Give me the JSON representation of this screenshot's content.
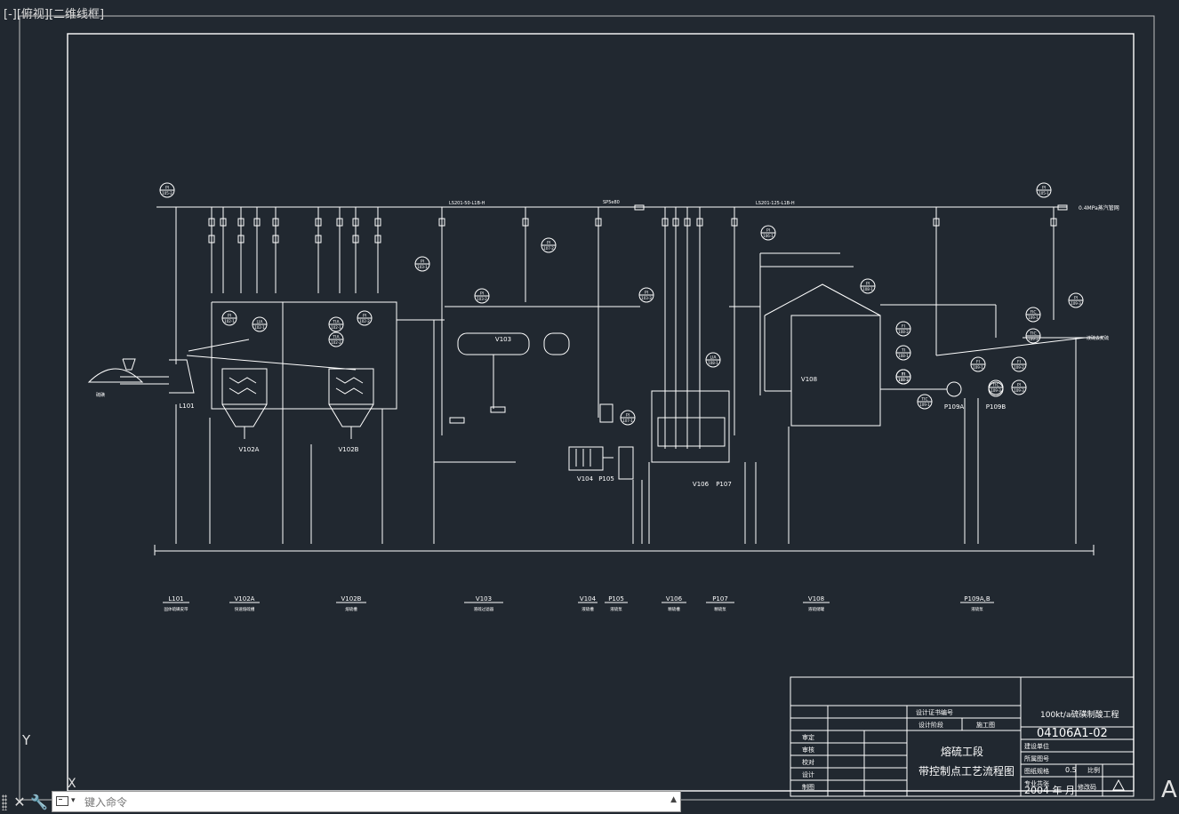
{
  "viewport": {
    "label": "[-][俯视][二维线框]"
  },
  "header_line": {
    "left": "LS201-50-L1B-H",
    "right": "LS201-125-L1B-H",
    "valve": "SP5e80",
    "supply": "0.4MPa蒸汽管网"
  },
  "instruments": [
    "PI 105-2",
    "PI 105-1",
    "PI 102-1",
    "LIA 102-1",
    "TIA 102-1",
    "TIA 102-2",
    "PI 102-2",
    "PI 103-1",
    "PI 103-2",
    "PI 107-2",
    "PI 103-3",
    "PI 107-1",
    "PI 106-1",
    "LIA 108-1",
    "PI 108-1",
    "FI 108-2",
    "TI 108-1",
    "TI 108-3",
    "FI 108-2",
    "FI 109-1",
    "PI 109-3",
    "FIC 109-1",
    "FI 109-2",
    "PI 109-3",
    "TIC 109-1",
    "TIC 109-2",
    "TIC 109-3"
  ],
  "equipment_labels": [
    "L101",
    "V102A",
    "V102B",
    "V103",
    "V104",
    "P105",
    "V106",
    "P107",
    "V108",
    "P109A",
    "P109B"
  ],
  "legend": [
    {
      "tag": "L101",
      "desc": "固体硫磺皮带"
    },
    {
      "tag": "V102A",
      "desc": "快速熔硫槽"
    },
    {
      "tag": "V102B",
      "desc": "熔硫槽"
    },
    {
      "tag": "V103",
      "desc": "液硫过滤器"
    },
    {
      "tag": "V104",
      "desc": "液硫槽"
    },
    {
      "tag": "P105",
      "desc": "液硫泵"
    },
    {
      "tag": "V106",
      "desc": "精硫槽"
    },
    {
      "tag": "P107",
      "desc": "精硫泵"
    },
    {
      "tag": "V108",
      "desc": "液硫储罐"
    },
    {
      "tag": "P109A,B",
      "desc": "液硫泵"
    }
  ],
  "labels": {
    "sulfur": "硫磺",
    "liquid_sulfur_out": "液硫去焚硫"
  },
  "title_block": {
    "cert_no": "设计证书编号",
    "stage_label": "设计阶段",
    "stage_value": "施工图",
    "project": "100kt/a硫磺制酸工程",
    "drawing_no": "04106A1-02",
    "title_line1": "熔硫工段",
    "title_line2": "带控制点工艺流程图",
    "roles": [
      "审定",
      "审核",
      "校对",
      "设计",
      "制图"
    ],
    "fields": [
      "建设单位",
      "所属图号",
      "图纸规格",
      "专业共张"
    ],
    "scale_label": "比例",
    "scale_value": "0.5",
    "date": "2004 年 月",
    "revision": "修改码"
  },
  "command": {
    "placeholder": "键入命令"
  },
  "axes": {
    "y": "Y",
    "x": "X"
  },
  "colors": {
    "background": "#212830",
    "line": "#ffffff"
  }
}
